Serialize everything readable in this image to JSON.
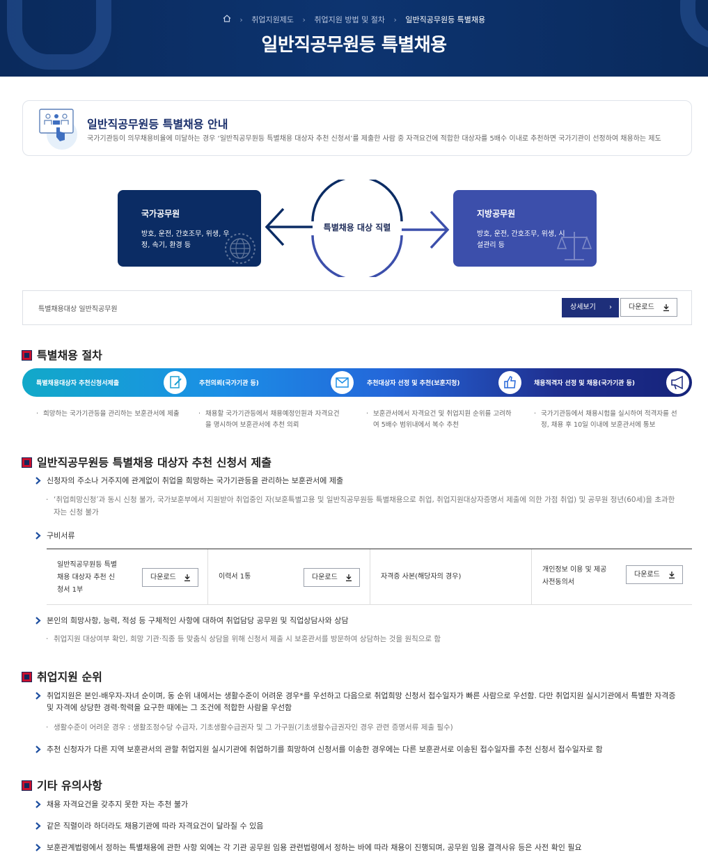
{
  "breadcrumb": {
    "items": [
      "취업지원제도",
      "취업지원 방법 및 절차",
      "일반직공무원등 특별채용"
    ]
  },
  "page_title": "일반직공무원등 특별채용",
  "intro": {
    "title": "일반직공무원등 특별채용 안내",
    "desc": "국가기관등이 의무채용비율에 미달하는 경우 ‘일반직공무원등 특별채용 대상자 추천 신청서’를 제출한 사람 중 자격요건에 적합한 대상자를 5배수 이내로 추천하면 국가기관이 선정하여 채용하는 제도"
  },
  "diagram": {
    "center": "특별채용 대상 직렬",
    "national": {
      "title": "국가공무원",
      "desc": "방호, 운전, 간호조무, 위생, 우정, 속기, 환경 등"
    },
    "local": {
      "title": "지방공무원",
      "desc": "방호, 운전, 간호조무, 위생, 시설관리 등"
    }
  },
  "target_bar": {
    "label": "특별채용대상 일반직공무원",
    "detail_btn": "상세보기",
    "download_btn": "다운로드"
  },
  "procedure": {
    "heading": "특별채용 절차",
    "steps": [
      {
        "label": "특별채용대상자 추천신청서제출",
        "desc": "희망하는 국가기관등을 관리하는 보훈관서에 제출"
      },
      {
        "label": "추천의뢰(국가기관 등)",
        "desc": "채용할 국가기관등에서 채용예정인원과 자격요건을 명시하여 보훈관서에 추천 의뢰"
      },
      {
        "label": "추천대상자 선정 및 추천(보훈지청)",
        "desc": "보훈관서에서 자격요건 및 취업지원 순위를 고려하여 5배수 범위내에서 복수 추천"
      },
      {
        "label": "채용적격자 선정 및 채용(국가기관 등)",
        "desc": "국가기관등에서 채용시험을 실시하여 적격자를 선정, 채용 후 10일 이내에 보훈관서에 통보"
      }
    ]
  },
  "submission": {
    "heading": "일반직공무원등 특별채용 대상자 추천 신청서 제출",
    "b1": "신청자의 주소나 거주지에 관계없이 취업을 희망하는 국가기관등을 관리하는 보훈관서에 제출",
    "b1_sub": "‘취업희망신청’과 동시 신청 불가, 국가보훈부에서 지원받아 취업중인 자(보훈특별고용 및 일반직공무원등 특별채용으로 취업, 취업지원대상자증명서 제출에 의한 가점 취업) 및 공무원 정년(60세)을 초과한 자는 신청 불가",
    "b2": "구비서류",
    "docs": [
      {
        "name": "일반직공무원등 특별채용 대상자 추천 신청서 1부",
        "btn": "다운로드"
      },
      {
        "name": "이력서 1통",
        "btn": "다운로드"
      },
      {
        "name": "자격증 사본(해당자의 경우)"
      },
      {
        "name": "개인정보 이용 및 제공 사전동의서",
        "btn": "다운로드"
      }
    ],
    "b3": "본인의 희망사항, 능력, 적성 등 구체적인 사항에 대하여 취업담당 공무원 및 직업상담사와 상담",
    "b3_sub": "취업지원 대상여부 확인, 희망 기관·직종 등 맞춤식 상담을 위해 신청서 제출 시 보훈관서를 방문하여 상담하는 것을 원칙으로 함"
  },
  "ranking": {
    "heading": "취업지원 순위",
    "b1": "취업지원은 본인-배우자-자녀 순이며, 동 순위 내에서는 생활수준이 어려운 경우*를 우선하고 다음으로 취업희망 신청서 접수일자가 빠른 사람으로 우선함. 다만 취업지원 실시기관에서 특별한 자격증 및 자격에 상당한 경력·학력을 요구한 때에는 그 조건에 적합한 사람을 우선함",
    "b1_sub": "생활수준이 어려운 경우 : 생활조정수당 수급자, 기초생활수급권자 및 그 가구원(기초생활수급권자인 경우 관련 증명서류 제출 필수)",
    "b2": "추천 신청자가 다른 지역 보훈관서의 관할 취업지원 실시기관에 취업하기를 희망하여 신청서를 이송한 경우에는 다른 보훈관서로 이송된 접수일자를 추천 신청서 접수일자로 함"
  },
  "notes": {
    "heading": "기타 유의사항",
    "b1": "채용 자격요건을 갖추지 못한 자는 추천 불가",
    "b2": "같은 직렬이라 하더라도 채용기관에 따라 자격요건이 달라질 수 있음",
    "b3": "보훈관계법령에서 정하는 특별채용에 관한 사항 외에는 각 기관 공무원 임용 관련법령에서 정하는 바에 따라 채용이 진행되며, 공무원 임용 결격사유 등은 사전 확인 필요"
  },
  "colors": {
    "navy": "#0b2c64",
    "accent": "#1e2f7a",
    "red": "#c8102e",
    "blue_card": "#3c4fab"
  },
  "icons": [
    "home-icon",
    "chevron-right-icon",
    "download-icon",
    "globe-icon",
    "scale-icon",
    "document-edit-icon",
    "envelope-icon",
    "thumbs-up-icon",
    "megaphone-icon",
    "arrow-bullet-icon"
  ]
}
